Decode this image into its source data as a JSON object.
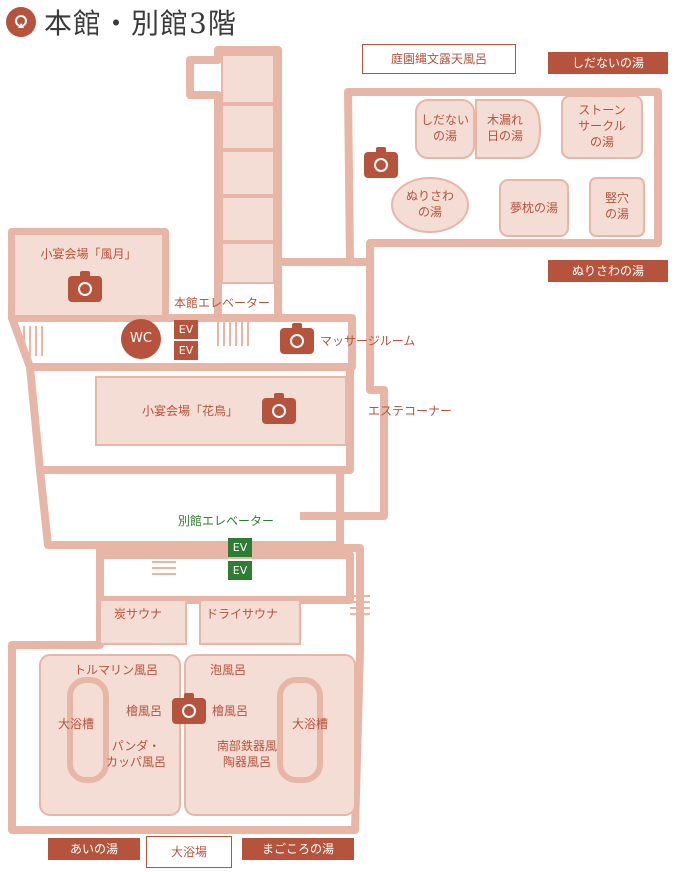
{
  "title": "本館・別館3階",
  "colors": {
    "accent": "#b5533c",
    "wall": "#e7b6a7",
    "room": "#f4ddd4",
    "annex_ev": "#2e7d32"
  },
  "icons": {
    "logo": "crest-icon",
    "camera": "camera-icon"
  },
  "rooms": {
    "teien": "庭園縄文露天風呂",
    "shidanai_sign": "しだないの湯",
    "shidanai_line1": "しだない",
    "shidanai_line2": "の湯",
    "komore_line1": "木漏れ",
    "komore_line2": "日の湯",
    "stone_line1": "ストーン",
    "stone_line2": "サークル",
    "stone_line3": "の湯",
    "nurisawa_line1": "ぬりさわ",
    "nurisawa_line2": "の湯",
    "yumemakura": "夢枕の湯",
    "tateana_line1": "竪穴",
    "tateana_line2": "の湯",
    "nurisawa_sign": "ぬりさわの湯",
    "fugetsu": "小宴会場「風月」",
    "honkan_ev": "本館エレベーター",
    "wc": "WC",
    "ev": "EV",
    "massage": "マッサージルーム",
    "kacho": "小宴会場「花鳥」",
    "esthe": "エステコーナー",
    "bekkan_ev": "別館エレベーター",
    "sumi_sauna": "炭サウナ",
    "dry_sauna": "ドライサウナ",
    "tourmaline": "トルマリン風呂",
    "awa": "泡風呂",
    "daiyokuso_left": "大浴槽",
    "hinoki_left": "檜風呂",
    "hinoki_right": "檜風呂",
    "daiyokuso_right": "大浴槽",
    "panda_line1": "パンダ・",
    "panda_line2": "カッパ風呂",
    "nanbu_line1": "南部鉄器風",
    "nanbu_line2": "陶器風呂",
    "ai_sign": "あいの湯",
    "daiyokujo": "大浴場",
    "magokoro_sign": "まごころの湯"
  }
}
